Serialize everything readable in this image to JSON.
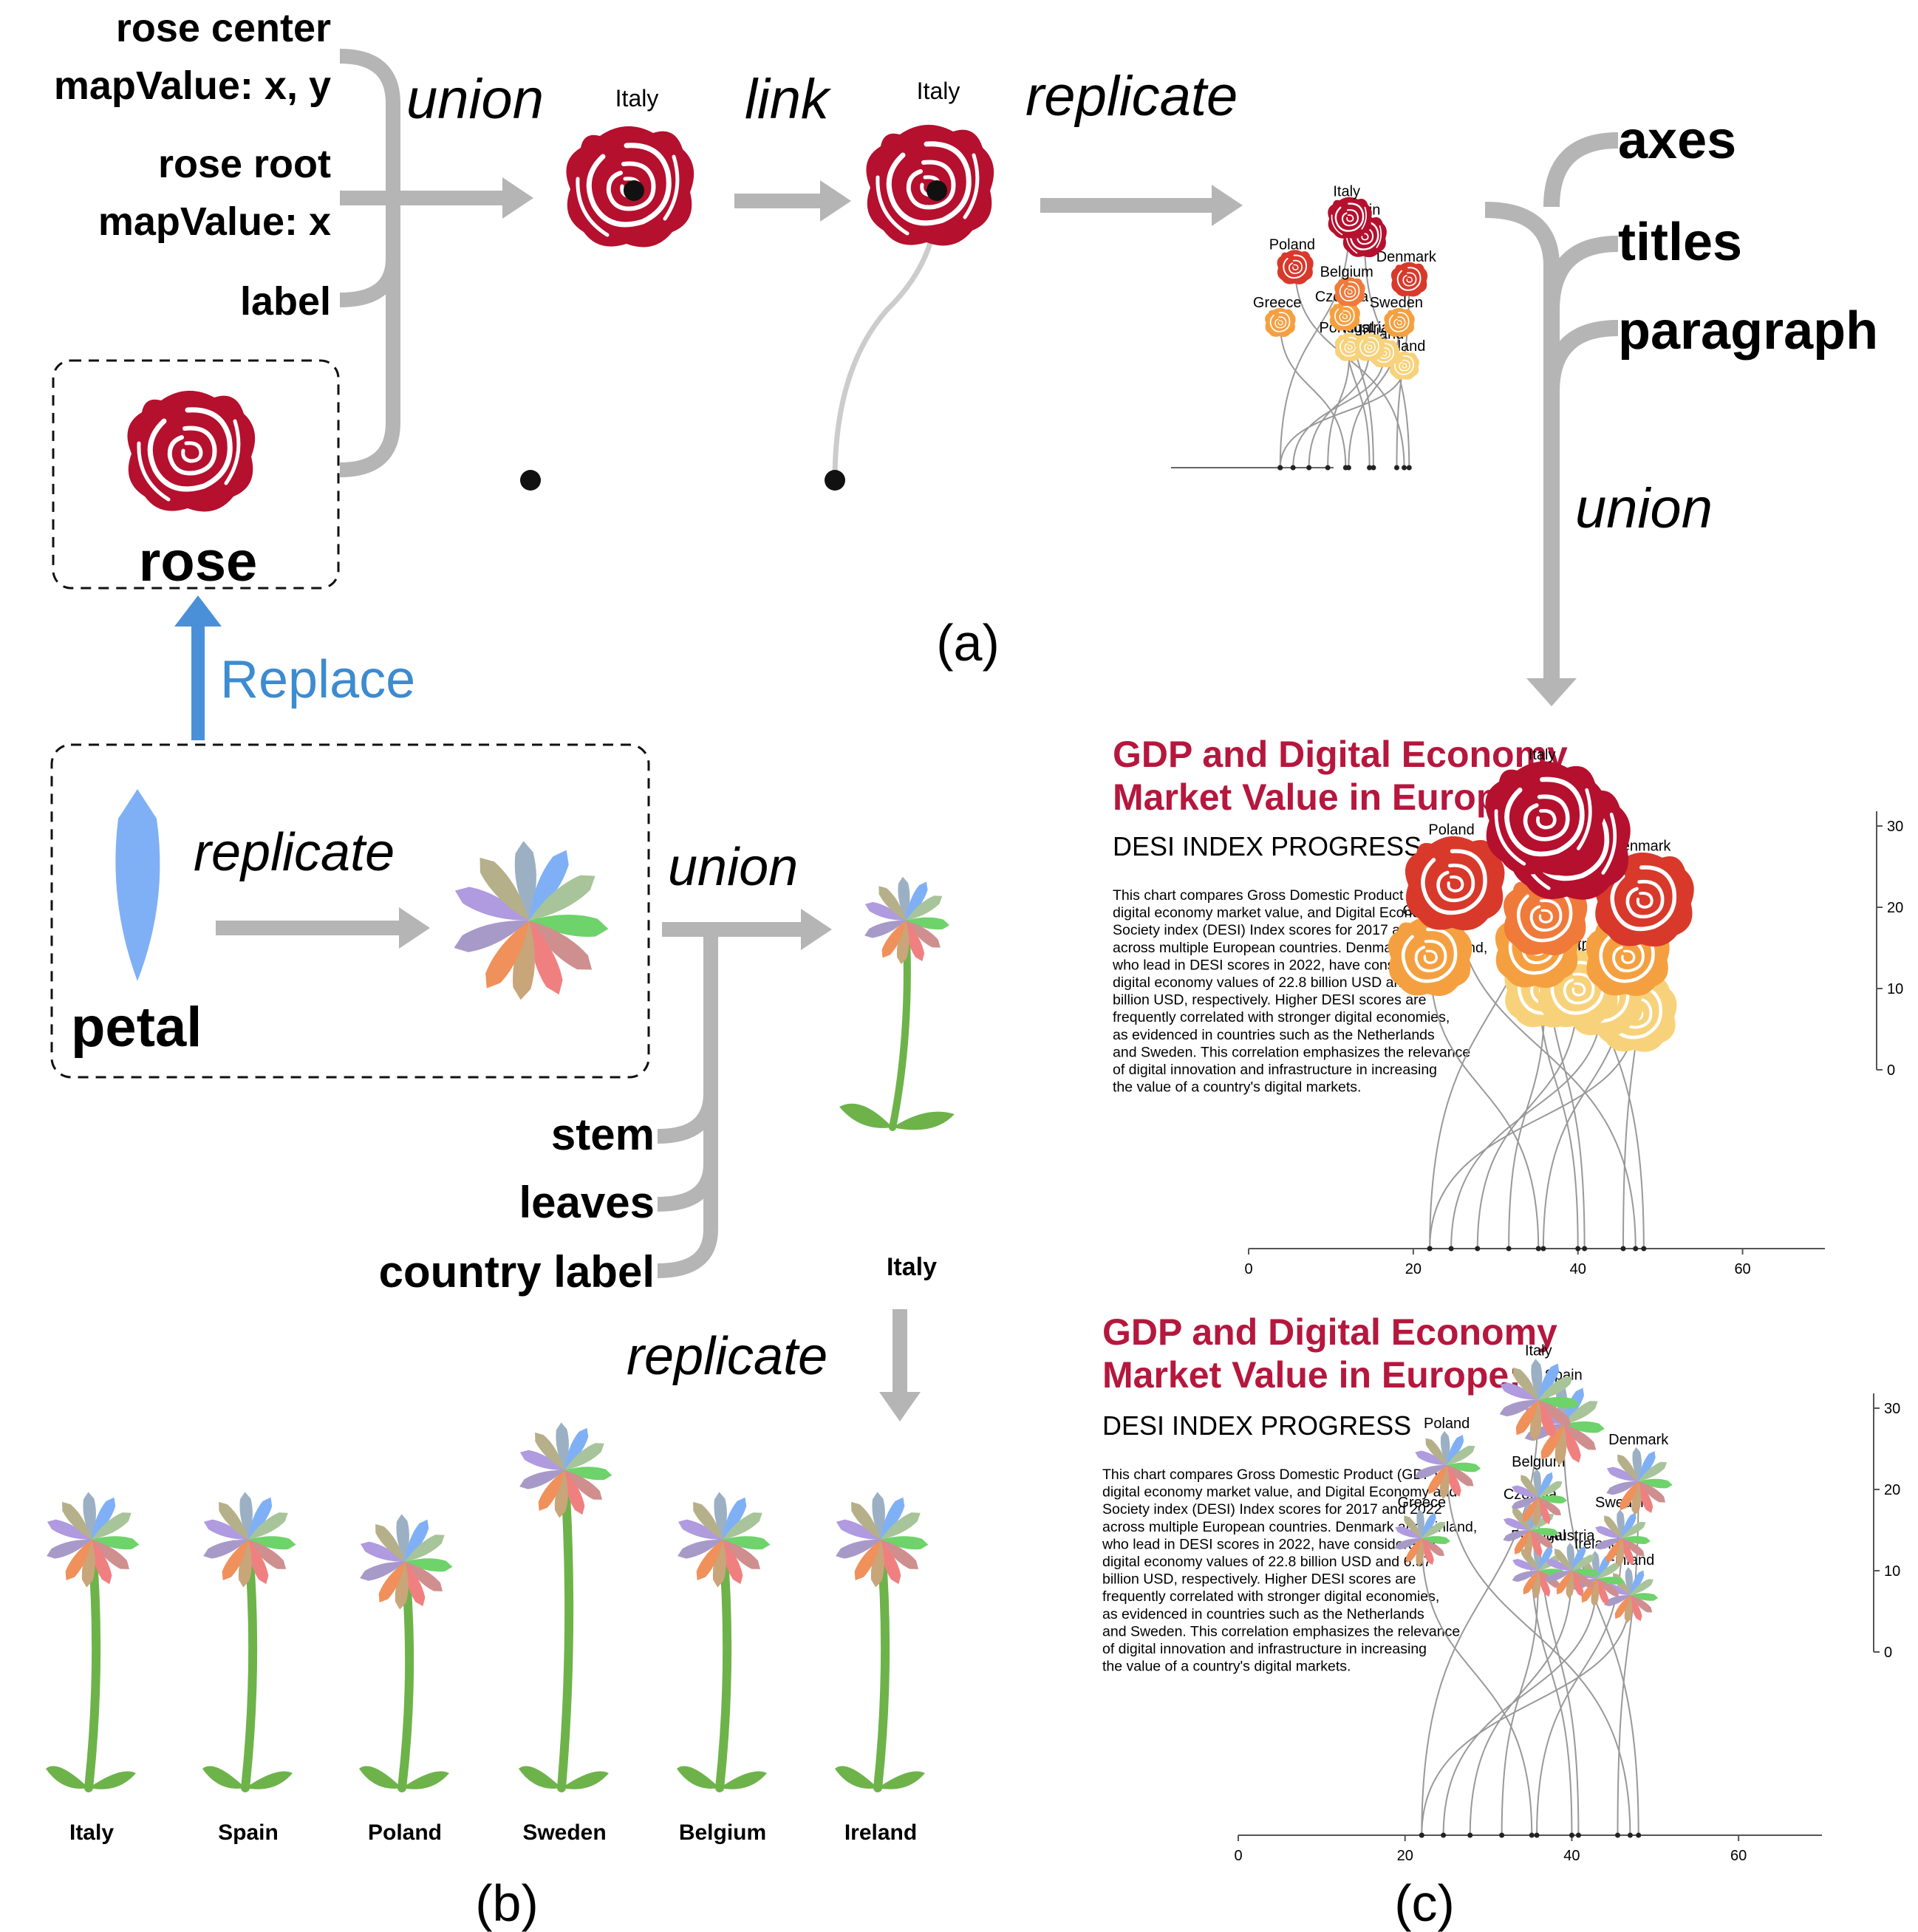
{
  "part_a": {
    "rose_center": "rose center",
    "rose_center_map": "mapValue: x, y",
    "rose_root": "rose root",
    "rose_root_map": "mapValue: x",
    "label": "label",
    "rose": "rose",
    "union": "union",
    "link": "link",
    "replicate": "replicate",
    "italy": "Italy",
    "axes": "axes",
    "titles": "titles",
    "paragraph": "paragraph",
    "union2": "union",
    "panel_label": "(a)"
  },
  "part_b": {
    "replace": "Replace",
    "petal": "petal",
    "replicate": "replicate",
    "union": "union",
    "stem": "stem",
    "leaves": "leaves",
    "country_label": "country label",
    "italy": "Italy",
    "replicate2": "replicate",
    "flowers": [
      "Italy",
      "Spain",
      "Poland",
      "Sweden",
      "Belgium",
      "Ireland"
    ],
    "panel_label": "(b)"
  },
  "part_c": {
    "title_line1": "GDP and Digital Economy",
    "title_line2": "Market Value in Europe:",
    "subtitle": "DESI INDEX PROGRESS",
    "paragraph_lines": [
      "This chart compares Gross Domestic Product (GDP),",
      "digital economy market value, and Digital Economy and",
      "Society index (DESI) Index scores for 2017 and 2022",
      "across multiple European countries. Denmark and Finland,",
      "who lead in DESI scores in 2022, have considerable",
      "digital economy values of 22.8 billion USD and 6.57",
      "billion USD, respectively. Higher DESI scores are",
      "frequently correlated with stronger digital economies,",
      "as evidenced in countries such as the Netherlands",
      "and Sweden. This correlation emphasizes the relevance",
      "of digital innovation and infrastructure in increasing",
      "the value of a country's digital markets."
    ],
    "x_ticks": [
      "0",
      "20",
      "40",
      "60"
    ],
    "y_ticks": [
      "0",
      "10",
      "20",
      "30"
    ],
    "country_labels": [
      "Italy",
      "Spain",
      "Poland",
      "Denmark",
      "Belgium",
      "Czechia",
      "Greece",
      "Sweden",
      "Austria",
      "Portugal",
      "Ireland",
      "Finland"
    ],
    "panel_label": "(c)"
  },
  "colors": {
    "rose_red": "#b5102e",
    "title_red": "#b5173d",
    "arrow_gray": "#b5b5b5",
    "replace_blue": "#4a90d9",
    "petal_blue": "#7fb0f5",
    "stem_green": "#6db34a"
  },
  "chart_data": [
    {
      "type": "scatter",
      "title": "GDP and Digital Economy Market Value in Europe:",
      "subtitle": "DESI INDEX PROGRESS",
      "xlim": [
        0,
        70
      ],
      "ylim": [
        0,
        30
      ],
      "xticks": [
        0,
        20,
        40,
        60
      ],
      "yticks": [
        0,
        10,
        20,
        30
      ],
      "series": [
        {
          "name": "",
          "points": [
            {
              "label": "Italy",
              "x": 36,
              "y": 31
            },
            {
              "label": "Spain",
              "x": 39,
              "y": 28
            },
            {
              "label": "Poland",
              "x": 25,
              "y": 23
            },
            {
              "label": "Denmark",
              "x": 48,
              "y": 21
            },
            {
              "label": "Belgium",
              "x": 36,
              "y": 19
            },
            {
              "label": "Czechia",
              "x": 35,
              "y": 15
            },
            {
              "label": "Greece",
              "x": 22,
              "y": 14
            },
            {
              "label": "Sweden",
              "x": 46,
              "y": 14
            },
            {
              "label": "Austria",
              "x": 40,
              "y": 10
            },
            {
              "label": "Portugal",
              "x": 36,
              "y": 10
            },
            {
              "label": "Ireland",
              "x": 43,
              "y": 9
            },
            {
              "label": "Finland",
              "x": 47,
              "y": 7
            }
          ]
        }
      ]
    }
  ]
}
